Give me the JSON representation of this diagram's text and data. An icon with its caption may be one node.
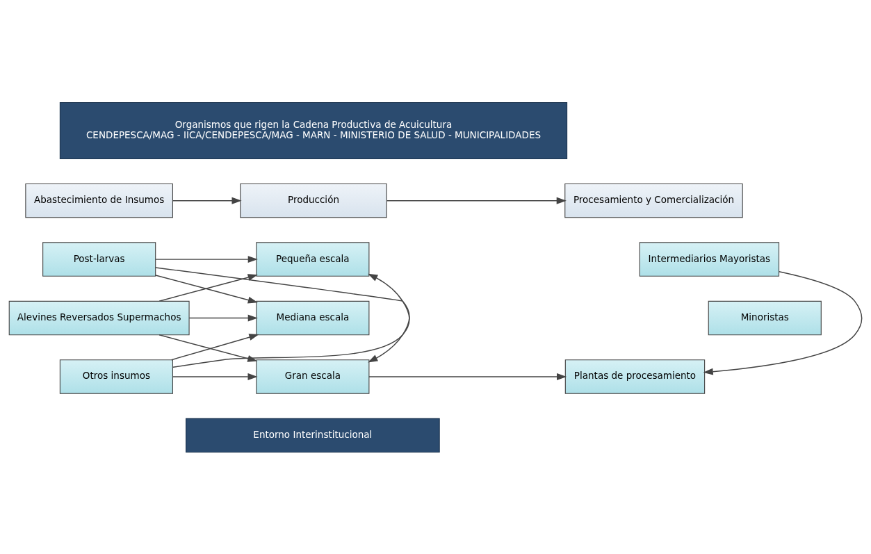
{
  "diagram": {
    "nodes": [
      {
        "text": [
          "Organismos que rigen la Cadena Productiva de Acuicultura",
          "CENDEPESCA/MAG - IICA/CENDEPESCA/MAG - MARN - MINISTERIO DE SALUD - MUNICIPALIDADES"
        ]
      },
      {
        "text": [
          "Abastecimiento de Insumos"
        ]
      },
      {
        "text": [
          "Producción"
        ]
      },
      {
        "text": [
          "Procesamiento y Comercialización"
        ]
      },
      {
        "text": [
          "Post-larvas"
        ]
      },
      {
        "text": [
          "Pequeña escala"
        ]
      },
      {
        "text": [
          "Intermediarios Mayoristas"
        ]
      },
      {
        "text": [
          "Alevines Reversados Supermachos"
        ]
      },
      {
        "text": [
          "Mediana escala"
        ]
      },
      {
        "text": [
          "Minoristas"
        ]
      },
      {
        "text": [
          "Otros insumos"
        ]
      },
      {
        "text": [
          "Gran escala"
        ]
      },
      {
        "text": [
          "Plantas de procesamiento"
        ]
      },
      {
        "text": [
          "Entorno Interinstitucional"
        ]
      }
    ],
    "edges": [
      {
        "from": 1,
        "to": 2,
        "arrow": "to"
      },
      {
        "from": 2,
        "to": 3,
        "arrow": "to"
      },
      {
        "from": 4,
        "to": 5,
        "arrow": "to"
      },
      {
        "from": 4,
        "to": 8,
        "arrow": "to"
      },
      {
        "from": 4,
        "to": 11,
        "arrow": "to"
      },
      {
        "from": 7,
        "to": 5,
        "arrow": "to"
      },
      {
        "from": 7,
        "to": 8,
        "arrow": "to"
      },
      {
        "from": 7,
        "to": 11,
        "arrow": "to"
      },
      {
        "from": 10,
        "to": 5,
        "arrow": "to"
      },
      {
        "from": 10,
        "to": 8,
        "arrow": "to"
      },
      {
        "from": 10,
        "to": 11,
        "arrow": "to"
      },
      {
        "from": 11,
        "to": 12,
        "arrow": "to"
      },
      {
        "from": 6,
        "to": 12,
        "arrow": "to"
      }
    ]
  }
}
